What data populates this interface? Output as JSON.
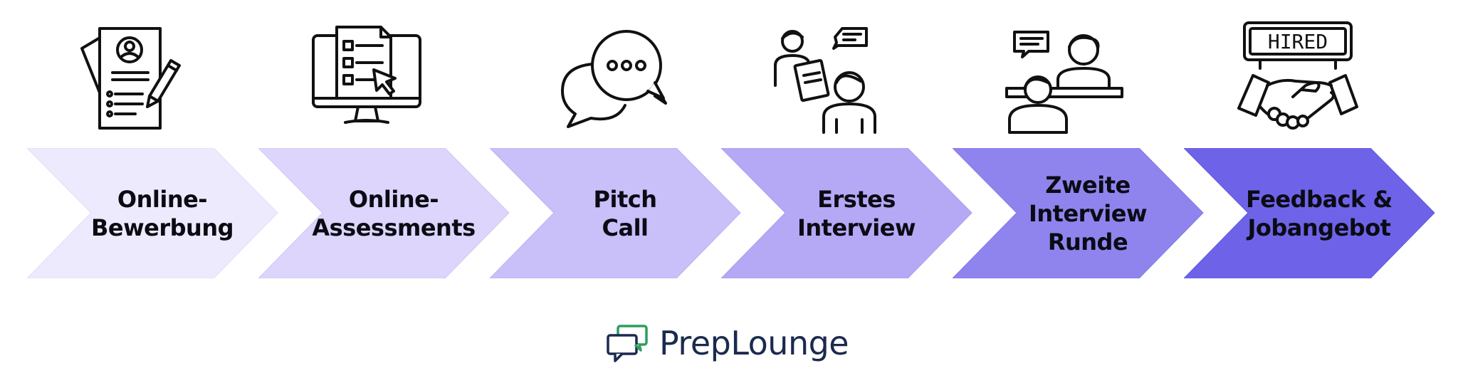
{
  "diagram": {
    "steps": [
      {
        "label": "Online-\nBewerbung",
        "icon": "resume-document-icon",
        "color": "#EEEAFD"
      },
      {
        "label": "Online-\nAssessments",
        "icon": "computer-checklist-icon",
        "color": "#DDD5FB"
      },
      {
        "label": "Pitch\nCall",
        "icon": "chat-bubbles-icon",
        "color": "#C9BFF9"
      },
      {
        "label": "Erstes\nInterview",
        "icon": "interview-icon",
        "color": "#B5A9F6"
      },
      {
        "label": "Zweite\nInterview\nRunde",
        "icon": "panel-interview-icon",
        "color": "#8F84EE"
      },
      {
        "label": "Feedback &\nJobangebot",
        "icon": "hired-handshake-icon",
        "color": "#6E63E8"
      }
    ],
    "hired_sign_text": "HIRED"
  },
  "brand": {
    "name": "PrepLounge",
    "logo_icon": "preplounge-chat-logo-icon",
    "logo_color": "#2E9E5B",
    "text_color": "#1B2A4E"
  }
}
